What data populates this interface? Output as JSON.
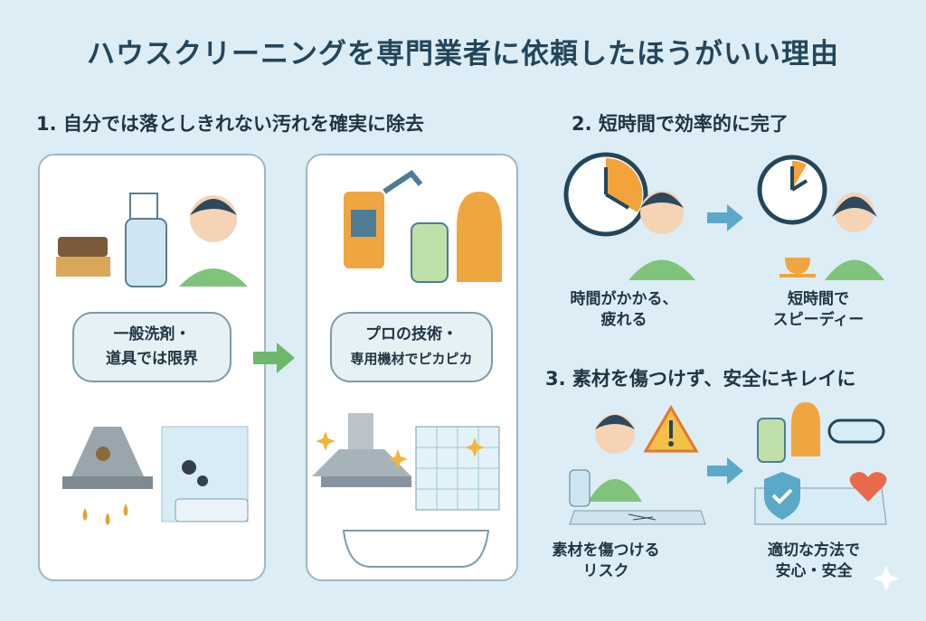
{
  "title": "ハウスクリーニングを専門業者に依頼したほうがいい理由",
  "section1": {
    "heading": "1. 自分では落としきれない汚れを確実に除去",
    "before_bubble": [
      "一般洗剤・",
      "道具では限界"
    ],
    "after_bubble": [
      "プロの技術・",
      "専用機材でピカピカ"
    ]
  },
  "section2": {
    "heading": "2. 短時間で効率的に完了",
    "before_caption": [
      "時間がかかる、",
      "疲れる"
    ],
    "after_caption": [
      "短時間で",
      "スピーディー"
    ]
  },
  "section3": {
    "heading": "3. 素材を傷つけず、安全にキレイに",
    "before_caption": [
      "素材を傷つける",
      "リスク"
    ],
    "after_caption": [
      "適切な方法で",
      "安心・安全"
    ]
  },
  "colors": {
    "background": "#dcedf5",
    "title": "#24465c",
    "arrow": "#5aa9c9",
    "clock_fill": "#f2a33a",
    "shirt": "#7fc47a"
  }
}
